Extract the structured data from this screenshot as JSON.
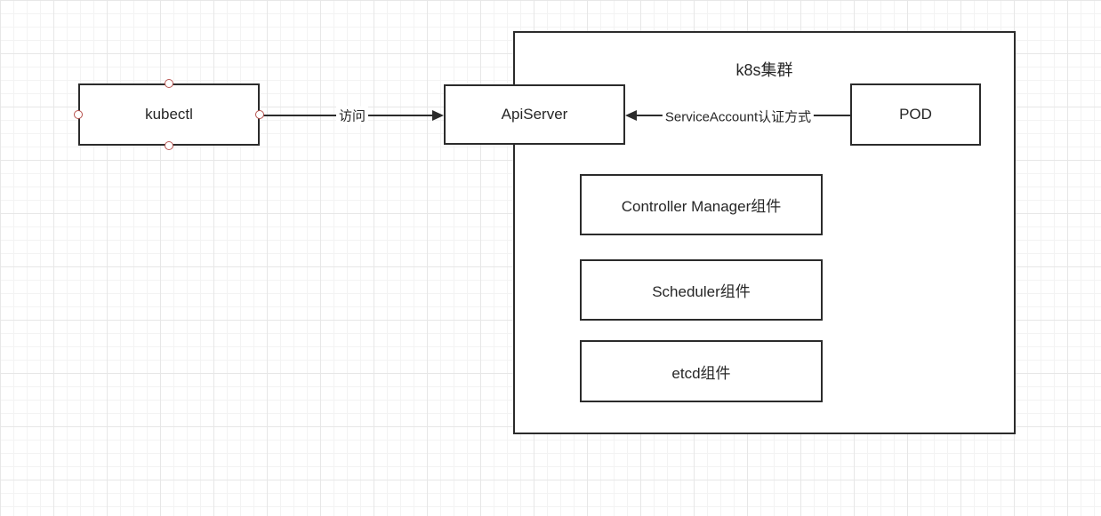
{
  "cluster": {
    "title": "k8s集群"
  },
  "nodes": {
    "kubectl": {
      "label": "kubectl"
    },
    "apiserver": {
      "label": "ApiServer"
    },
    "pod": {
      "label": "POD"
    },
    "controller_manager": {
      "label": "Controller Manager组件"
    },
    "scheduler": {
      "label": "Scheduler组件"
    },
    "etcd": {
      "label": "etcd组件"
    }
  },
  "edges": {
    "kubectl_to_apiserver": {
      "label": "访问",
      "arrow_direction": "right"
    },
    "pod_to_apiserver": {
      "label": "ServiceAccount认证方式",
      "arrow_direction": "left"
    }
  },
  "colors": {
    "stroke": "#2b2b2b",
    "node_fill": "#ffffff",
    "grid_minor": "#f3f3f3",
    "grid_major": "#e7e7e7",
    "handle_border": "#b85450"
  }
}
